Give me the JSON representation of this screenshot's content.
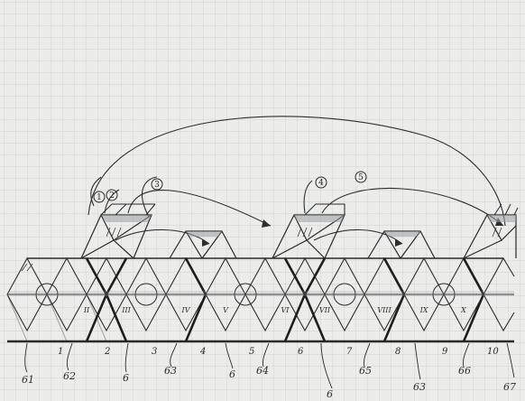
{
  "sheet": {
    "colors": {
      "paper": "#ecedea",
      "grid": "#bfc6c8",
      "ink": "#2a2a2a",
      "shade": "#9aa0a2"
    }
  },
  "drawing": {
    "circled_refs": [
      "1",
      "2",
      "3",
      "4",
      "5"
    ],
    "section_numbers": [
      "1",
      "2",
      "3",
      "4",
      "5",
      "6",
      "7",
      "8",
      "9",
      "10"
    ],
    "roman_labels": [
      "II",
      "III",
      "IV",
      "V",
      "VI",
      "VII",
      "VIII",
      "IX",
      "X"
    ],
    "reference_numerals": [
      "61",
      "62",
      "63",
      "64",
      "65",
      "66",
      "63",
      "6",
      "6",
      "6",
      "67"
    ]
  }
}
